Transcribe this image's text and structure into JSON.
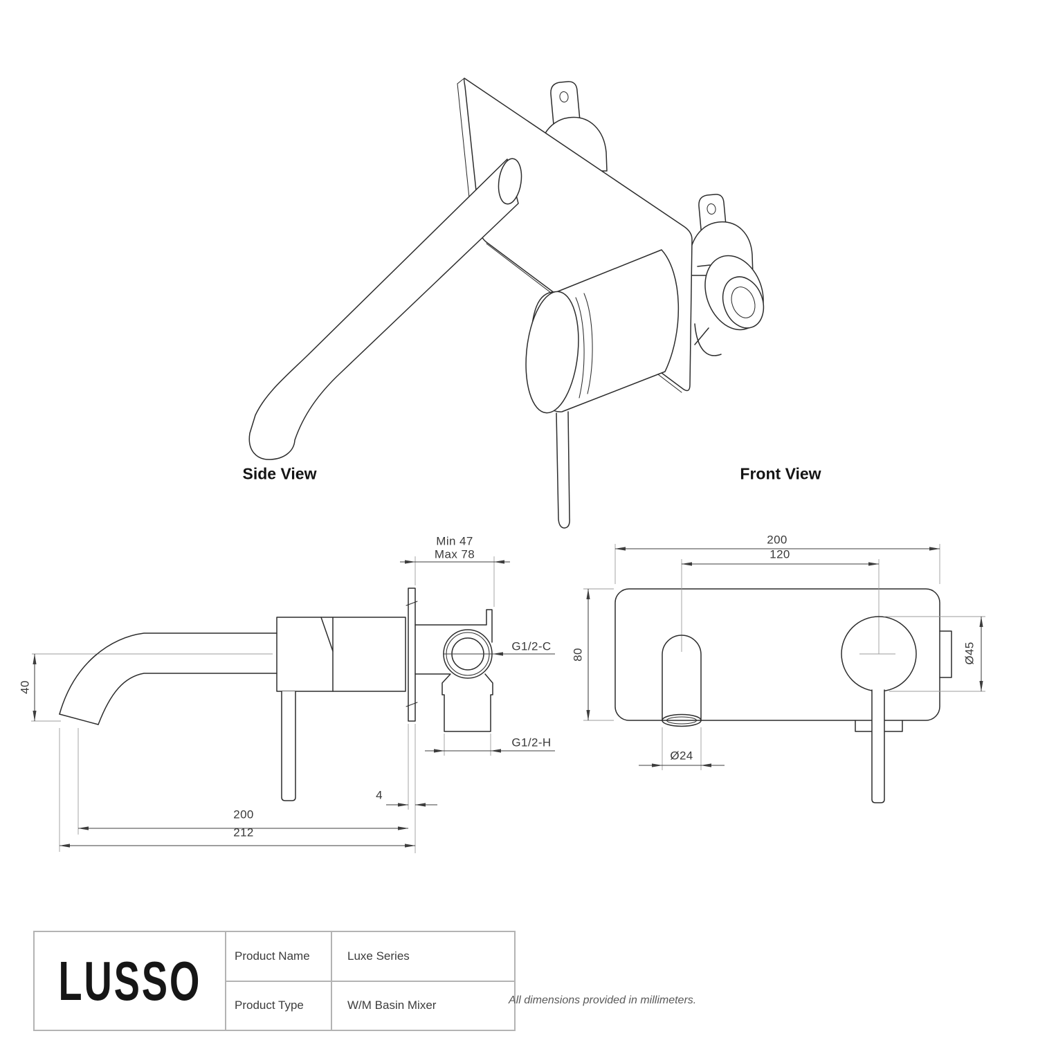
{
  "document": {
    "type": "technical drawing sheet",
    "background": "#ffffff"
  },
  "views": {
    "side": {
      "title": "Side View",
      "dims": {
        "min_depth": "Min 47",
        "max_depth": "Max 78",
        "spout_drop": "40",
        "cold_connection": "G1/2-C",
        "hot_connection": "G1/2-H",
        "plate_thickness": "4",
        "spout_reach": "200",
        "overall_projection": "212"
      }
    },
    "front": {
      "title": "Front View",
      "dims": {
        "plate_width": "200",
        "spout_to_handle_centers": "120",
        "plate_height": "80",
        "handle_diameter": "Ø45",
        "spout_diameter": "Ø24"
      }
    }
  },
  "title_block": {
    "brand_logo": "LUSSO",
    "rows": [
      {
        "label": "Product Name",
        "value": "Luxe Series"
      },
      {
        "label": "Product Type",
        "value": "W/M Basin Mixer"
      }
    ],
    "footnote": "All dimensions provided in millimeters."
  },
  "colors": {
    "outline": "#2c2c2c",
    "dimension": "#3d3d3d",
    "extension": "#9b9b9b",
    "table_border": "#b3b3b3",
    "heading_text": "#141414",
    "label_text": "#3a3a3a",
    "footnote_text": "#595959"
  }
}
